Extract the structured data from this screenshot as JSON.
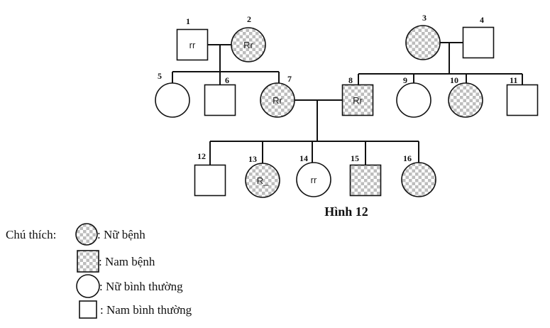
{
  "figure": {
    "caption": "Hình 12",
    "colors": {
      "affected_pattern_dark": "#bdbdbd",
      "affected_pattern_light": "#ffffff",
      "stroke": "#111111"
    },
    "individuals": [
      {
        "id": "1",
        "sex": "male",
        "affected": false,
        "genotype": "rr"
      },
      {
        "id": "2",
        "sex": "female",
        "affected": true,
        "genotype": "Rr"
      },
      {
        "id": "3",
        "sex": "female",
        "affected": true,
        "genotype": ""
      },
      {
        "id": "4",
        "sex": "male",
        "affected": false,
        "genotype": ""
      },
      {
        "id": "5",
        "sex": "female",
        "affected": false,
        "genotype": ""
      },
      {
        "id": "6",
        "sex": "male",
        "affected": false,
        "genotype": ""
      },
      {
        "id": "7",
        "sex": "female",
        "affected": true,
        "genotype": "Rr"
      },
      {
        "id": "8",
        "sex": "male",
        "affected": true,
        "genotype": "Rr"
      },
      {
        "id": "9",
        "sex": "female",
        "affected": false,
        "genotype": ""
      },
      {
        "id": "10",
        "sex": "female",
        "affected": true,
        "genotype": ""
      },
      {
        "id": "11",
        "sex": "male",
        "affected": false,
        "genotype": ""
      },
      {
        "id": "12",
        "sex": "male",
        "affected": false,
        "genotype": ""
      },
      {
        "id": "13",
        "sex": "female",
        "affected": true,
        "genotype": "R_"
      },
      {
        "id": "14",
        "sex": "female",
        "affected": false,
        "genotype": "rr"
      },
      {
        "id": "15",
        "sex": "male",
        "affected": true,
        "genotype": ""
      },
      {
        "id": "16",
        "sex": "female",
        "affected": true,
        "genotype": ""
      }
    ],
    "couples": [
      {
        "partners": [
          "1",
          "2"
        ],
        "children": [
          "5",
          "6",
          "7"
        ]
      },
      {
        "partners": [
          "3",
          "4"
        ],
        "children": [
          "8",
          "9",
          "10",
          "11"
        ]
      },
      {
        "partners": [
          "7",
          "8"
        ],
        "children": [
          "12",
          "13",
          "14",
          "15",
          "16"
        ]
      }
    ]
  },
  "legend": {
    "title": "Chú thích:",
    "items": [
      {
        "sex": "female",
        "affected": true,
        "label": ": Nữ bệnh"
      },
      {
        "sex": "male",
        "affected": true,
        "label": ": Nam bệnh"
      },
      {
        "sex": "female",
        "affected": false,
        "label": ": Nữ bình thường"
      },
      {
        "sex": "male",
        "affected": false,
        "label": ": Nam bình thường"
      }
    ]
  }
}
